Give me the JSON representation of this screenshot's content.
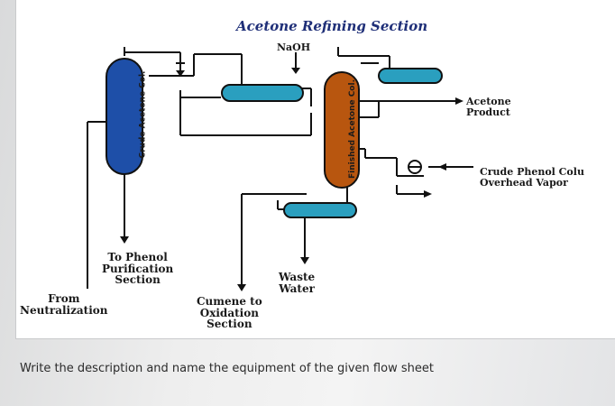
{
  "diagram": {
    "title": "Acetone Refining Section",
    "naoh": "NaOH",
    "crude_column_label": "Crude Acetone Col.",
    "finished_column_label": "Finished Acetone Col.",
    "acetone_product": [
      "Acetone",
      "Product"
    ],
    "crude_phenol": [
      "Crude Phenol Colu",
      "Overhead Vapor"
    ],
    "to_phenol": [
      "To Phenol",
      "Purification",
      "Section"
    ],
    "waste_water": [
      "Waste",
      "Water"
    ],
    "from_neutralization": [
      "From",
      "Neutralization"
    ],
    "cumene": [
      "Cumene to",
      "Oxidation",
      "Section"
    ]
  },
  "question": "Write the description and name the equipment of the given flow sheet"
}
